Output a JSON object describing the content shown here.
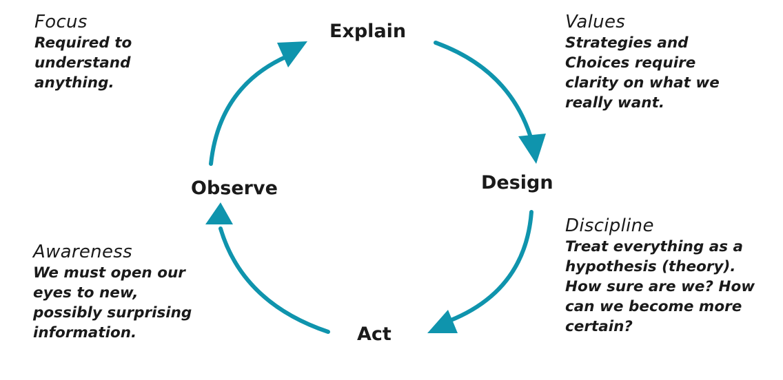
{
  "colors": {
    "arrow": "#0f94ad",
    "text": "#1a1a1a",
    "background": "#ffffff"
  },
  "cycle": {
    "explain": "Explain",
    "design": "Design",
    "act": "Act",
    "observe": "Observe"
  },
  "notes": {
    "focus": {
      "heading": "Focus",
      "body": "Required to\nunderstand\nanything."
    },
    "values": {
      "heading": "Values",
      "body": "Strategies and\nChoices require\nclarity on what we\nreally want."
    },
    "discipline": {
      "heading": "Discipline",
      "body": "Treat everything as a\nhypothesis (theory).\nHow sure are we? How\ncan we become more\ncertain?"
    },
    "awareness": {
      "heading": "Awareness",
      "body": "We must open our\neyes to new,\npossibly surprising\ninformation."
    }
  }
}
